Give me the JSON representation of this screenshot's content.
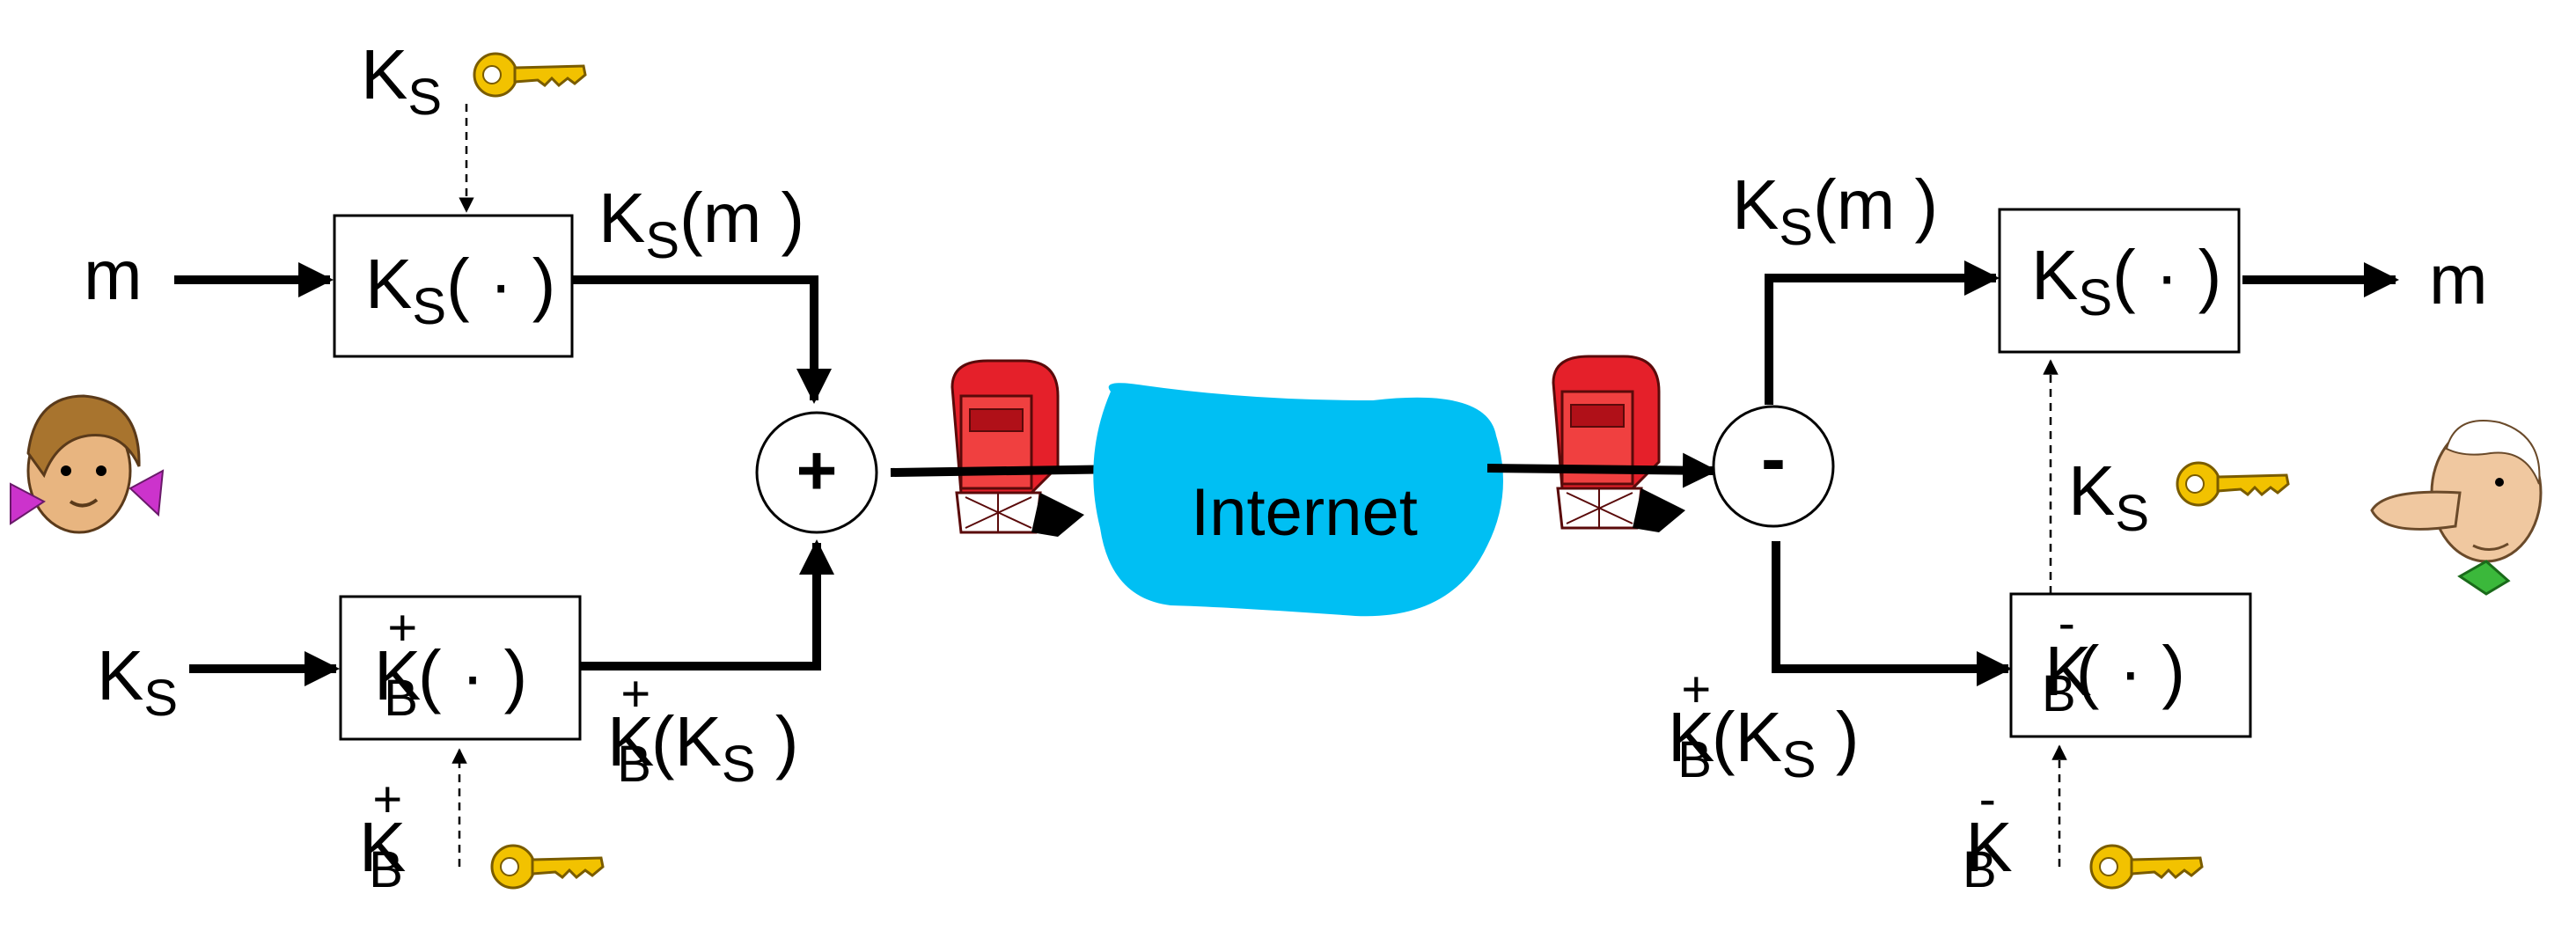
{
  "colors": {
    "cloud": "#00BFF3",
    "key": "#F2C200",
    "mailbox": "#E5202A",
    "line": "#000000"
  },
  "sender": {
    "message": "m",
    "session_key": {
      "main": "K",
      "sub": "S"
    },
    "top_key": {
      "main": "K",
      "sub": "S"
    },
    "sym_box": {
      "main": "K",
      "sub": "S",
      "arg": "( · )"
    },
    "sym_out": {
      "main": "K",
      "sub": "S",
      "arg": "(m )"
    },
    "pub_box": {
      "main": "K",
      "sub": "B",
      "sup": "+",
      "arg": "( · )"
    },
    "pub_out": {
      "main": "K",
      "sub": "B",
      "sup": "+",
      "arg_open": "(K",
      "arg_sub": "S",
      "arg_close": " )"
    },
    "pub_key": {
      "main": "K",
      "sub": "B",
      "sup": "+"
    },
    "combiner": "+"
  },
  "network": {
    "label": "Internet"
  },
  "receiver": {
    "splitter": "-",
    "sym_in": {
      "main": "K",
      "sub": "S",
      "arg": "(m )"
    },
    "sym_box": {
      "main": "K",
      "sub": "S",
      "arg": "( · )"
    },
    "message": "m",
    "session_key": {
      "main": "K",
      "sub": "S"
    },
    "priv_box": {
      "main": "K",
      "sub": "B",
      "sup": "-",
      "arg": "( · )"
    },
    "pub_in": {
      "main": "K",
      "sub": "B",
      "sup": "+",
      "arg_open": "(K",
      "arg_sub": "S",
      "arg_close": " )"
    },
    "priv_key": {
      "main": "K",
      "sub": "B",
      "sup": "-"
    }
  },
  "icons": [
    "alice-icon",
    "bob-icon",
    "key-icon",
    "mailbox-icon",
    "cloud-icon"
  ]
}
